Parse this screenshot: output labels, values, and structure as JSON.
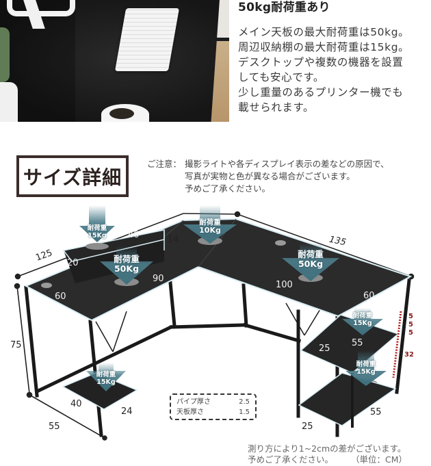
{
  "photo": {
    "alt": "Black desk top with white keyboard, lamp, plant and coffee cup"
  },
  "feature": {
    "title": "50kg耐荷重あり",
    "lines": [
      "メイン天板の最大耐荷重は50kg。",
      "周辺収納棚の最大耐荷重は15kg。",
      "デスクトップや複数の機器を設置",
      "しても安心です。",
      "少し重量のあるプリンター機でも",
      "載せられます。"
    ]
  },
  "size_section": {
    "title": "サイズ詳細",
    "note_label": "ご注意：",
    "note_lines": [
      "撮影ライトや各ディスプレイ表示の差などの原因で、",
      "写真が実物と色が異なる場合がございます。",
      "予めご了承ください。"
    ]
  },
  "diagram": {
    "colors": {
      "desk": "#2b2b2b",
      "arrow": "#4d7f8c",
      "edge_highlight": "#d7ecf2",
      "red_scale": "#b21d1d"
    },
    "dimensions": {
      "left_depth": "125",
      "riser_width": "40",
      "riser_height": "14",
      "riser_depth": "20",
      "left_front": "90",
      "left_side": "60",
      "top_right_length": "135",
      "right_front": "100",
      "right_side": "60",
      "height": "75",
      "base_depth": "55",
      "cpu_stand_depth": "40",
      "cpu_stand_width": "24",
      "shelf_upper_depth": "25",
      "shelf_upper_width": "55",
      "shelf_lower_depth": "25",
      "shelf_lower_width": "55",
      "scale_a": "5",
      "scale_b": "5",
      "scale_c": "5",
      "scale_d": "32"
    },
    "loads": {
      "riser": {
        "label": "耐荷重",
        "value": "15Kg"
      },
      "left_main": {
        "label": "耐荷重",
        "value": "50Kg"
      },
      "corner": {
        "label": "耐荷重",
        "value": "10Kg"
      },
      "right_main": {
        "label": "耐荷重",
        "value": "50Kg"
      },
      "shelf_upper": {
        "label": "耐荷重",
        "value": "15Kg"
      },
      "shelf_lower": {
        "label": "耐荷重",
        "value": "15Kg"
      },
      "cpu_stand": {
        "label": "耐荷重",
        "value": "15Kg"
      }
    }
  },
  "spec_table": {
    "rows": [
      {
        "label": "パイプ厚さ",
        "value": "2.5"
      },
      {
        "label": "天板厚さ",
        "value": "1.5"
      }
    ]
  },
  "footnote": {
    "line1": "測り方により1~2cmの差がございます。",
    "line2": "予めご了承ください。",
    "unit": "（単位：CM）"
  }
}
